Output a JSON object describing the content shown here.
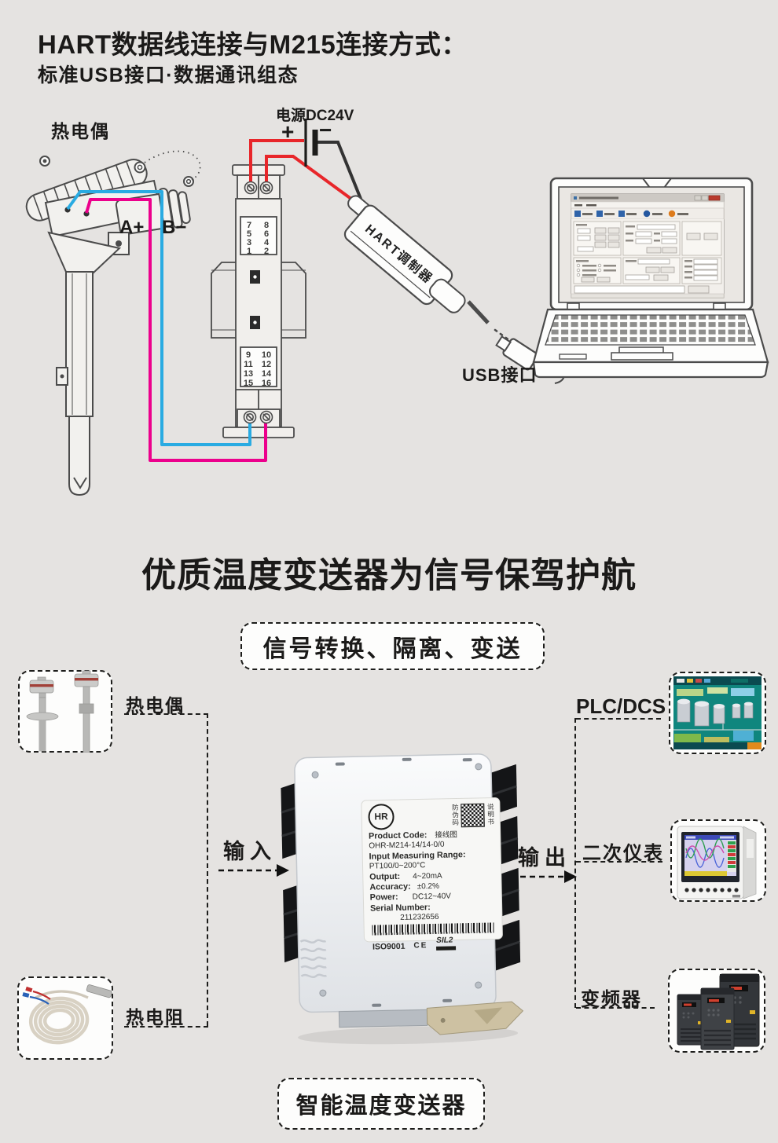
{
  "colors": {
    "page_bg": "#e5e3e1",
    "wire_red": "#e8262a",
    "wire_blue": "#29abe2",
    "wire_magenta": "#ec008c",
    "wire_black": "#333333",
    "dash_line": "#1d1d1b"
  },
  "header": {
    "title": "HART数据线连接与M215连接方式：",
    "subtitle": "标准USB接口·数据通讯组态"
  },
  "diagram": {
    "thermocouple_label": "热电偶",
    "power_label": "电源DC24V",
    "battery_plus": "+",
    "battery_minus": "−",
    "terminal_a": "A+",
    "terminal_b": "B−",
    "hart_modem_label": "HART调制器",
    "usb_label": "USB接口",
    "module_terminals": {
      "top_rows": [
        {
          "l": "7",
          "r": "8"
        },
        {
          "l": "5",
          "r": "6"
        },
        {
          "l": "3",
          "r": "4"
        },
        {
          "l": "1",
          "r": "2"
        }
      ],
      "bottom_rows": [
        {
          "l": "9",
          "r": "10"
        },
        {
          "l": "11",
          "r": "12"
        },
        {
          "l": "13",
          "r": "14"
        },
        {
          "l": "15",
          "r": "16"
        }
      ]
    }
  },
  "slogan": "优质温度变送器为信号保驾护航",
  "banner": "信号转换、隔离、变送",
  "flow": {
    "input_label": "输入",
    "output_label": "输出",
    "source_labels": [
      "热电偶",
      "热电阻"
    ],
    "destination_labels": [
      "PLC/DCS",
      "二次仪表",
      "变频器"
    ]
  },
  "product_label": {
    "logo_text": "HR",
    "qr_left_caption": "防伪码",
    "qr_right_caption": "说明书",
    "wiring_caption": "接线图",
    "product_code_label": "Product Code:",
    "product_code": "OHR-M214-14/14-0/0",
    "range_label": "Input Measuring Range:",
    "range_value": "PT100/0~200°C",
    "output_label": "Output:",
    "output_value": "4~20mA",
    "accuracy_label": "Accuracy:",
    "accuracy_value": "±0.2%",
    "power_label": "Power:",
    "power_value": "DC12~40V",
    "serial_label": "Serial Number:",
    "serial_value": "211232656",
    "cert_iso": "ISO9001",
    "cert_ce": "CE",
    "cert_sil": "SIL2"
  },
  "footer_badge": "智能温度变送器"
}
